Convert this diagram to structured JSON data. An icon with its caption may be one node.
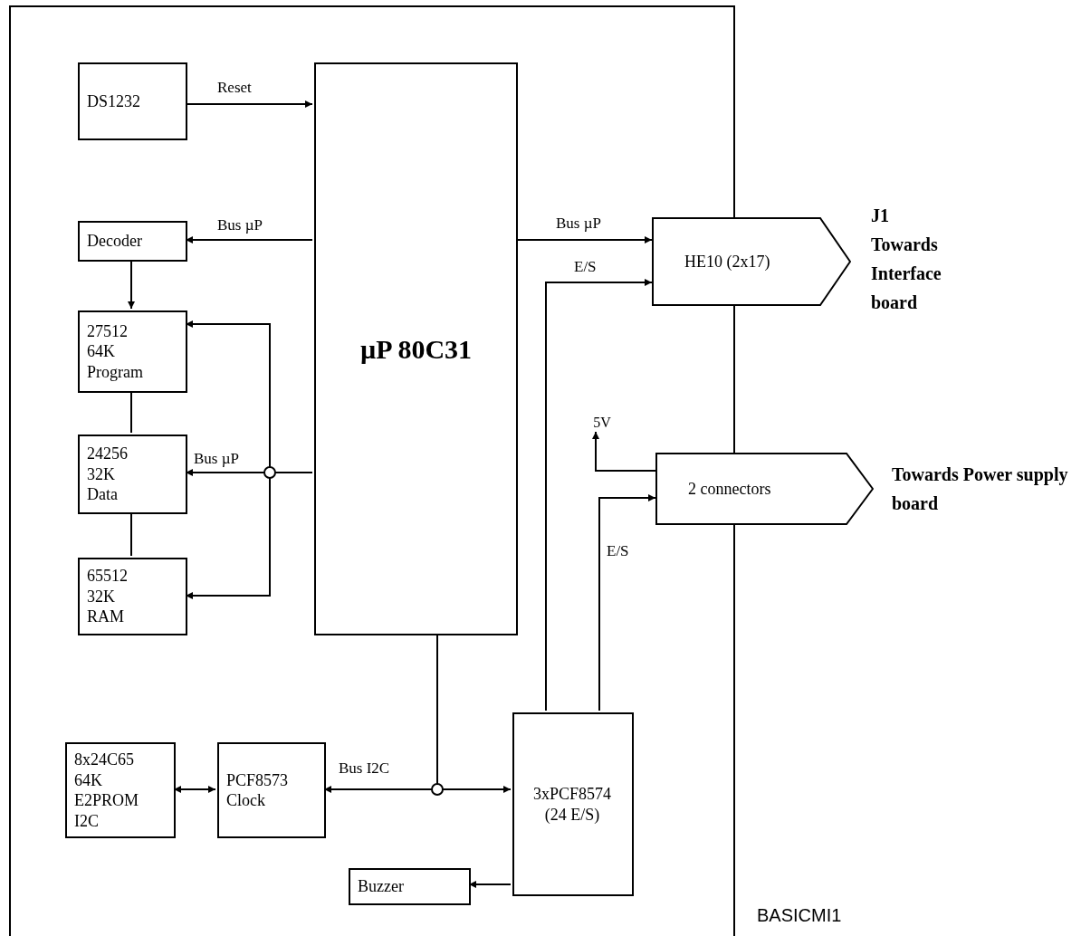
{
  "diagram": {
    "nodes": [
      {
        "text": [],
        "shape": "box"
      },
      {
        "text": [
          "DS1232"
        ],
        "in": 0
      },
      {
        "text": [
          "µP 80C31"
        ],
        "in": 0
      },
      {
        "text": [
          "Decoder"
        ],
        "in": 0
      },
      {
        "text": [
          "27512 64K Program"
        ],
        "in": 0
      },
      {
        "text": [
          "24256 32K Data"
        ],
        "in": 0
      },
      {
        "text": [
          "65512 32K RAM"
        ],
        "in": 0
      },
      {
        "text": [
          "HE10 (2x17)"
        ],
        "beside": [
          "J1",
          "Towards Interface board"
        ]
      },
      {
        "text": [
          "2 connectors"
        ],
        "beside": [
          "Towards Power supply board"
        ]
      },
      {
        "text": [
          "5V"
        ],
        "in": 0
      },
      {
        "text": [
          "8x24C65 64K E2PROM I2C"
        ],
        "in": 0
      },
      {
        "text": [
          "PCF8573 Clock"
        ],
        "in": 0
      },
      {
        "text": [
          "3xPCF8574 (24 E/S)"
        ],
        "in": 0
      },
      {
        "text": [
          "Buzzer"
        ],
        "in": 0
      }
    ],
    "edges": [
      {
        "from": 1,
        "to": 2,
        "arrow": "to",
        "label": "Reset"
      },
      {
        "from": 2,
        "to": 3,
        "arrow": "to",
        "label": "Bus µP"
      },
      {
        "from": 3,
        "to": 4,
        "arrow": "to"
      },
      {
        "from": 4,
        "to": 5,
        "arrow": "none"
      },
      {
        "from": 5,
        "to": 6,
        "arrow": "none"
      },
      {
        "from": 2,
        "to": 5,
        "arrow": "to",
        "label": "Bus µP"
      },
      {
        "from": 2,
        "to": 4,
        "arrow": "to"
      },
      {
        "from": 2,
        "to": 6,
        "arrow": "to"
      },
      {
        "from": 2,
        "to": 7,
        "arrow": "to",
        "label": "Bus µP"
      },
      {
        "from": 12,
        "to": 7,
        "arrow": "to",
        "label": "E/S"
      },
      {
        "from": 8,
        "to": 9,
        "arrow": "to"
      },
      {
        "from": 12,
        "to": 8,
        "arrow": "to",
        "label": "E/S"
      },
      {
        "from": 10,
        "to": 11,
        "arrow": "both"
      },
      {
        "from": 2,
        "to": 11,
        "arrow": "to",
        "label": "Bus I2C"
      },
      {
        "from": 2,
        "to": 12,
        "arrow": "to"
      },
      {
        "from": 12,
        "to": 13,
        "arrow": "to"
      }
    ],
    "labels": [
      "BASICMI1"
    ]
  }
}
